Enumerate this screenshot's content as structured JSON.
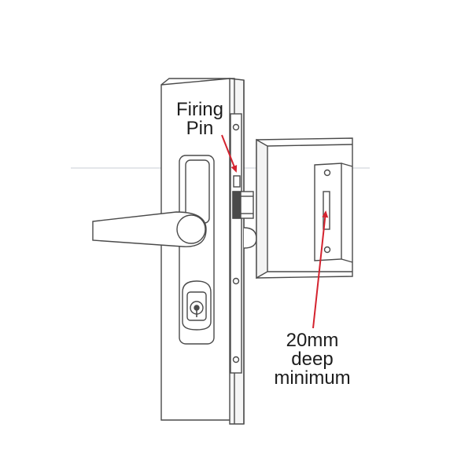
{
  "labels": {
    "firing_pin": [
      "Firing",
      "Pin"
    ],
    "depth": [
      "20mm",
      "deep",
      "minimum"
    ]
  },
  "colors": {
    "line": "#4a4a4a",
    "arrow": "#d4232f",
    "text": "#1d1d1d",
    "background": "#ffffff"
  }
}
